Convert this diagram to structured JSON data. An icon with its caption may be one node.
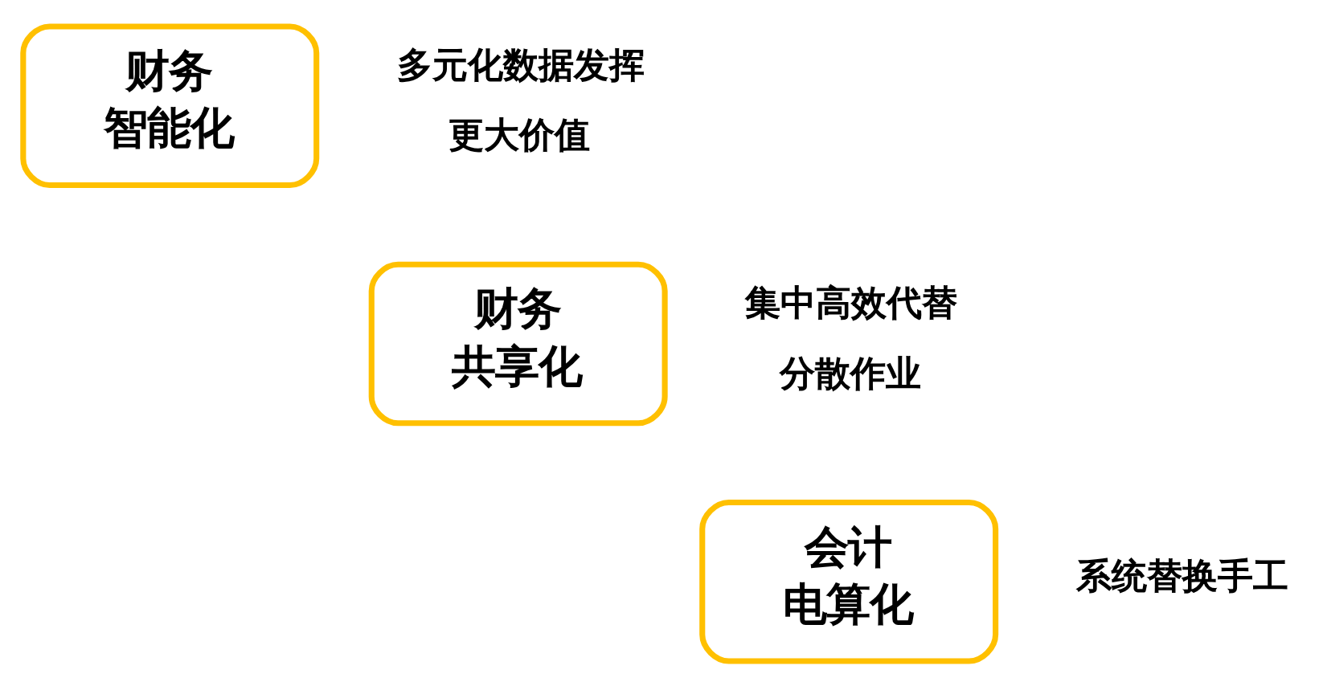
{
  "diagram": {
    "nodes": [
      {
        "text": [
          "财务智能化"
        ],
        "beside": [
          "多元化数据发挥更大价值"
        ]
      },
      {
        "text": [
          "财务共享化"
        ],
        "beside": [
          "集中高效代替分散作业"
        ]
      },
      {
        "text": [
          "会计电算化"
        ],
        "beside": [
          "系统替换手工"
        ]
      }
    ]
  }
}
